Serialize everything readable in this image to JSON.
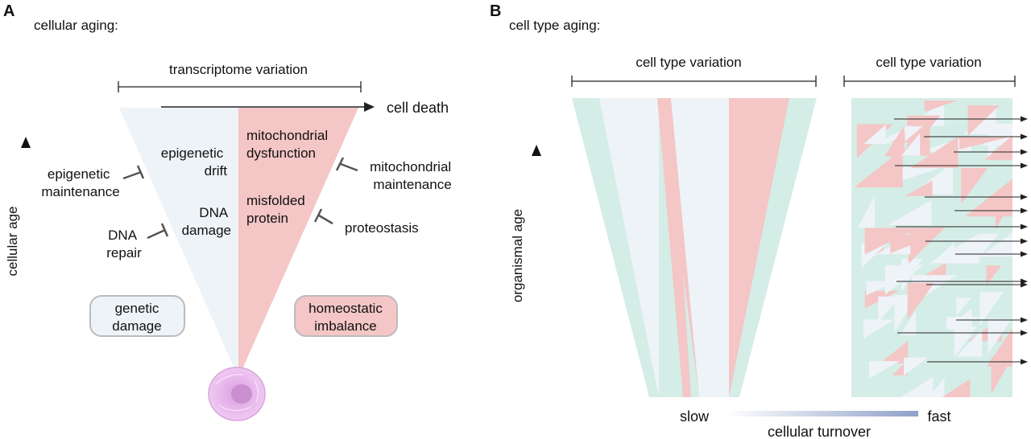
{
  "panel_a": {
    "letter": "A",
    "title": "cellular aging:",
    "top_label": "transcriptome variation",
    "arrow_label": "cell death",
    "y_axis_label": "cellular age",
    "left_inside": [
      "epigenetic drift",
      "DNA damage"
    ],
    "right_inside": [
      "mitochondrial dysfunction",
      "misfolded protein"
    ],
    "left_inhibitors": [
      "epigenetic maintenance",
      "DNA repair"
    ],
    "right_inhibitors": [
      "mitochondrial maintenance",
      "proteostasis"
    ],
    "badge_left": "genetic damage",
    "badge_right": "homeostatic imbalance",
    "colors": {
      "blue": "#eef3f8",
      "pink": "#f4c6c6",
      "cell": "#e8b5ec",
      "teal": "#d5ede7"
    }
  },
  "panel_b": {
    "letter": "B",
    "title": "cell type aging:",
    "left_top_label": "cell type variation",
    "right_top_label": "cell type variation",
    "y_axis_label": "organismal age",
    "bottom_left": "slow",
    "bottom_right": "fast",
    "bottom_center": "cellular turnover"
  }
}
